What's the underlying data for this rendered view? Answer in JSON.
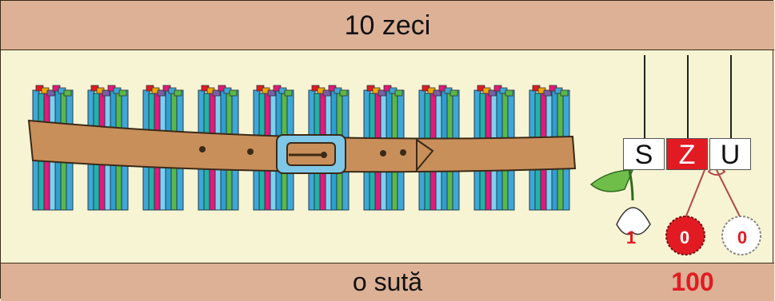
{
  "title": "10 zeci",
  "caption": "o sută",
  "number": "100",
  "place_value": {
    "labels": [
      "S",
      "Z",
      "U"
    ],
    "digits": [
      "1",
      "0",
      "0"
    ]
  },
  "bundles": {
    "count": 10,
    "tied_with": "belt"
  },
  "colors": {
    "band": "#dcb195",
    "background": "#f7f4d3",
    "accent": "#e21b23",
    "belt": "#c98f5a",
    "buckle": "#7fc7e6"
  }
}
